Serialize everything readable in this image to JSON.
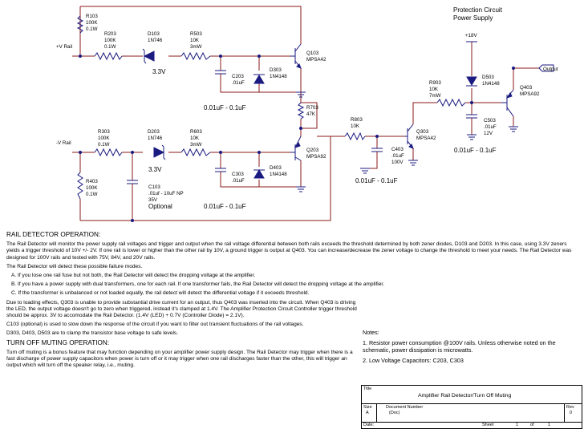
{
  "header": {
    "title_line1": "Protection Circuit",
    "title_line2": "Power Supply"
  },
  "nets": {
    "v_pos": "+V Rail",
    "v_neg": "-V Rail",
    "plus18": "+18V",
    "output": "Output"
  },
  "components": {
    "r103": {
      "ref": "R103",
      "v1": "100K",
      "v2": "0.1W"
    },
    "r203": {
      "ref": "R203",
      "v1": "100K",
      "v2": "0.1W"
    },
    "d103": {
      "ref": "D103",
      "v1": "1N746",
      "v2": "3.3V"
    },
    "r503": {
      "ref": "R503",
      "v1": "10K",
      "v2": "3mW"
    },
    "q103": {
      "ref": "Q103",
      "v1": "MPSA42"
    },
    "c203": {
      "ref": "C203",
      "v1": ".01uF"
    },
    "d303": {
      "ref": "D303",
      "v1": "1N4148"
    },
    "range1": "0.01uF - 0.1uF",
    "r703": {
      "ref": "R703",
      "v1": "47K"
    },
    "r303": {
      "ref": "R303",
      "v1": "100K",
      "v2": "0.1W"
    },
    "d203": {
      "ref": "D203",
      "v1": "1N746",
      "v2": "3.3V"
    },
    "r603": {
      "ref": "R603",
      "v1": "10K",
      "v2": "3mW"
    },
    "q203": {
      "ref": "Q203",
      "v1": "MPSA92"
    },
    "r403": {
      "ref": "R403",
      "v1": "100K",
      "v2": "0.1W"
    },
    "c103": {
      "ref": "C103",
      "v1": ".01uf - 10uF NP",
      "v2": "35V",
      "v3": "Optional"
    },
    "c303": {
      "ref": "C303",
      "v1": ".01uF"
    },
    "d403": {
      "ref": "D403",
      "v1": "1N4148"
    },
    "range2": "0.01uF - 0.1uF",
    "r803": {
      "ref": "R803",
      "v1": "10K"
    },
    "c403": {
      "ref": "C403",
      "v1": ".01uF",
      "v2": "100V"
    },
    "range3": "0.01uF - 0.1uF",
    "q303": {
      "ref": "Q303",
      "v1": "MPSA42"
    },
    "r903": {
      "ref": "R903",
      "v1": "10K",
      "v2": "7mW"
    },
    "d503": {
      "ref": "D503",
      "v1": "1N4148"
    },
    "c503": {
      "ref": "C503",
      "v1": ".01uF",
      "v2": "12V"
    },
    "range4": "0.01uF - 0.1uF",
    "q403": {
      "ref": "Q403",
      "v1": "MPSA92"
    }
  },
  "text": {
    "h1": "RAIL DETECTOR OPERATION:",
    "p1": "The Rail Detector will monitor the power supply rail voltages and trigger and output when the rail voltage differential between both rails exceeds the threshold determined by both zener diodes, D103 and D203. In this case, using 3.3V zeners yields a trigger threshold of 10V +/- 2V. If one rail is lower or higher than the other rail by 10V, a ground trigger is output at Q403. You can increase/decrease the zener voltage to change the threshold to meet your needs. The Rail Detector was designed for 100V rails and tested with 75V, 84V, and 20V rails.",
    "p2": "The Rail Detector will detect these possible failure modes.",
    "a": "A. If you lose one rail fuse but not both, the Rail Detector will detect the dropping voltage at the amplifier.",
    "b": "B. If you have a power supply with dual transformers, one for each rail. If one transformer fails, the Rail Detector will detect the dropping voltage at the amplifier.",
    "c": "C. If the transformer is unbalanced or not loaded equally, the rail detect will detect the differential voltage if it exceeds threshold.",
    "p3": "Due to loading effects, Q303 is unable to provide substantial drive current for an output, thus Q403 was inserted into the circuit. When Q403 is driving the LED, the output voltage doesn't go to zero when triggered, instead it's clamped at 1.4V. The Amplifier Protection Circuit Controller trigger threshold should be approx. 3V to accomodate the Rail Detector. (1.4V (LED) + 0.7V (Controller Diode) = 2.1V).",
    "p4": "C103 (optional) is used to slow down the response of the circuit if you want to filter out transient fluctuations of the rail voltages.",
    "p5": "D303, D403, D503 are to clamp the transistor base voltage to safe levels.",
    "h2": "TURN OFF MUTING OPERATION:",
    "p6": "Turn off muting is a bonus feature that may function depending on your amplifier power supply design. The Rail Detector may trigger when there is a fast discharge of power supply capacitors when power is turn off or it may trigger when one rail discharges faster than the other, this will trigger an output which will turn off the speaker relay, i.e., muting."
  },
  "notes": {
    "title": "Notes:",
    "n1": "1. Resistor power consumption @100V rails. Unless otherwise noted on the schematic, power dissipation is microwatts.",
    "n2": "2. Low Voltage Capacitors: C203, C303"
  },
  "title_block": {
    "title_label": "Title",
    "title": "Amplifier Rail Detector/Turn Off Muting",
    "size_label": "Size",
    "size": "A",
    "docnum_label": "Document Number",
    "docnum": "(Doc)",
    "rev_label": "Rev",
    "rev": "0",
    "date_label": "Date:",
    "sheet_label": "Sheet",
    "sheet": "1",
    "of_label": "of",
    "of": "1"
  }
}
